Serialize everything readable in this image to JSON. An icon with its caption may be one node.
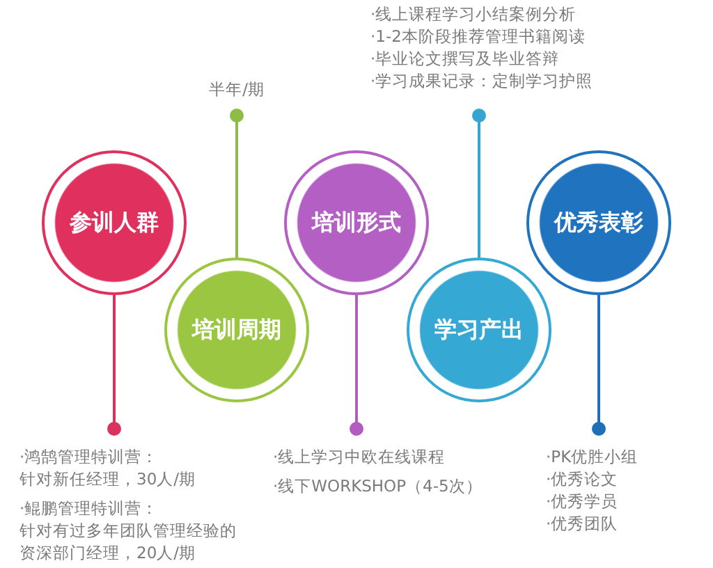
{
  "diagram": {
    "nodes": [
      {
        "text": [
          "参训人群"
        ]
      },
      {
        "text": [
          "培训周期"
        ]
      },
      {
        "text": [
          "培训形式"
        ]
      },
      {
        "text": [
          "学习产出"
        ]
      },
      {
        "text": [
          "优秀表彰"
        ]
      },
      {
        "text": [
          "半年/期"
        ]
      },
      {
        "text": [
          "·线上课程学习小结案例分析",
          "·1-2本阶段推荐管理书籍阅读",
          "·毕业论文撰写及毕业答辩",
          "·学习成果记录：定制学习护照"
        ]
      },
      {
        "text": [
          "·鸿鹄管理特训营：",
          "针对新任经理，30人/期",
          "·鲲鹏管理特训营：",
          "针对有过多年团队管理经验的资深部门经理，20人/期"
        ]
      },
      {
        "text": [
          "·线上学习中欧在线课程",
          "·线下WORKSHOP（4-5次）"
        ]
      },
      {
        "text": [
          "·PK优胜小组",
          "·优秀论文",
          "·优秀学员",
          "·优秀团队"
        ]
      }
    ],
    "edges": [
      {
        "from": 0,
        "to": 7,
        "arrow": "other",
        "color": "#d9325f"
      },
      {
        "from": 1,
        "to": 5,
        "arrow": "other",
        "color": "#8dbd45"
      },
      {
        "from": 2,
        "to": 8,
        "arrow": "other",
        "color": "#b25cc2"
      },
      {
        "from": 3,
        "to": 6,
        "arrow": "other",
        "color": "#36a6d0"
      },
      {
        "from": 4,
        "to": 9,
        "arrow": "other",
        "color": "#1f6fb8"
      }
    ]
  }
}
